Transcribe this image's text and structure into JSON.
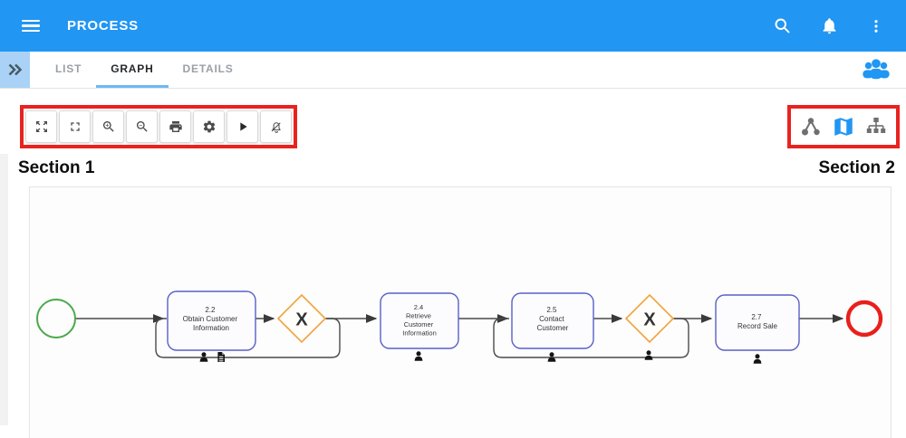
{
  "header": {
    "title": "PROCESS",
    "accent_color": "#2196F3",
    "icons": [
      "menu-icon",
      "search-icon",
      "bell-icon",
      "kebab-menu-icon"
    ]
  },
  "tabs": {
    "collapse_icon": "double-chevron-right-icon",
    "items": [
      {
        "label": "LIST",
        "active": false
      },
      {
        "label": "GRAPH",
        "active": true
      },
      {
        "label": "DETAILS",
        "active": false
      }
    ],
    "people_icon": "group-people-icon",
    "active_underline_color": "#6EB9F7"
  },
  "toolbar": {
    "buttons": [
      "zoom-out-map",
      "fullscreen",
      "zoom-in",
      "zoom-out",
      "print",
      "settings",
      "play",
      "notifications-off"
    ]
  },
  "view_switcher": {
    "buttons": [
      "graph-tree-view",
      "map-view",
      "hierarchy-view"
    ],
    "active": "map-view",
    "active_color": "#2196F3",
    "inactive_color": "#6f6f6f"
  },
  "annotations": {
    "section1": "Section 1",
    "section2": "Section 2",
    "highlight_color": "#E8231F"
  },
  "diagram": {
    "start_event": {
      "type": "start",
      "color": "#4BA94B"
    },
    "end_event": {
      "type": "end",
      "color": "#E8201D"
    },
    "tasks": [
      {
        "id": "2.2",
        "lines": [
          "2.2",
          "Obtain Customer",
          "Information"
        ],
        "markers": [
          "person",
          "document"
        ]
      },
      {
        "id": "2.4",
        "lines": [
          "2.4",
          "Retrieve",
          "Customer",
          "Information"
        ],
        "markers": [
          "person"
        ]
      },
      {
        "id": "2.5",
        "lines": [
          "2.5",
          "Contact",
          "Customer"
        ],
        "markers": [
          "person"
        ]
      },
      {
        "id": "2.7",
        "lines": [
          "2.7",
          "Record Sale"
        ],
        "markers": [
          "person"
        ]
      }
    ],
    "gateways": [
      {
        "label": "X",
        "markers": []
      },
      {
        "label": "X",
        "markers": [
          "person"
        ]
      }
    ],
    "colors": {
      "task_border": "#5A5FC8",
      "gateway_border": "#F0A43F",
      "flow_line": "#4a4a4a"
    }
  }
}
